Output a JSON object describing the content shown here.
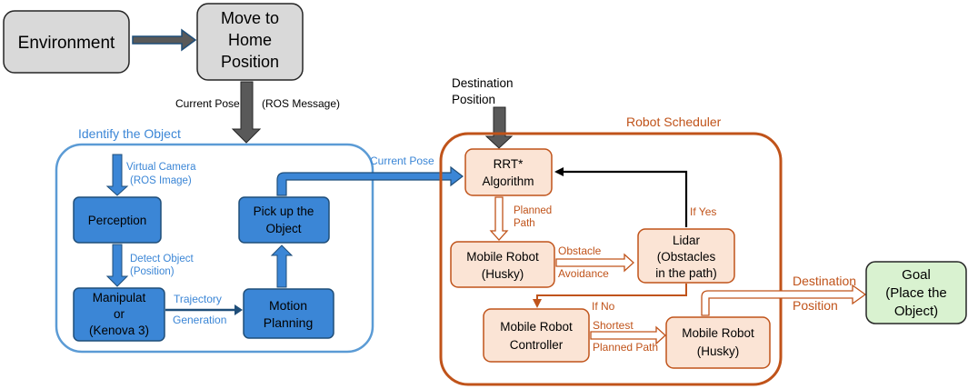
{
  "top": {
    "environment": "Environment",
    "home": [
      "Move to",
      "Home",
      "Position"
    ]
  },
  "labels": {
    "current_pose": "Current Pose",
    "ros_message": "(ROS Message)",
    "destination": [
      "Destination",
      "Position"
    ],
    "current_pose_2": "Current Pose"
  },
  "identify": {
    "title": "Identify the Object",
    "virtual_camera": [
      "Virtual Camera",
      "(ROS Image)"
    ],
    "perception": "Perception",
    "detect_object": [
      "Detect Object",
      "(Position)"
    ],
    "manipulator": [
      "Manipulat",
      "or",
      "(Kenova 3)"
    ],
    "trajectory": [
      "Trajectory",
      "Generation"
    ],
    "motion_planning": [
      "Motion",
      "Planning"
    ],
    "pick_up": [
      "Pick up the",
      "Object"
    ]
  },
  "scheduler": {
    "title": "Robot Scheduler",
    "rrt": [
      "RRT*",
      "Algorithm"
    ],
    "planned_path": [
      "Planned",
      "Path"
    ],
    "mobile_robot_1": [
      "Mobile Robot",
      "(Husky)"
    ],
    "obstacle_avoidance": [
      "Obstacle",
      "Avoidance"
    ],
    "lidar": [
      "Lidar",
      "(Obstacles",
      "in the path)"
    ],
    "if_yes": "If Yes",
    "if_no": "If No",
    "controller": [
      "Mobile Robot",
      "Controller"
    ],
    "shortest_path": [
      "Shortest",
      "Planned Path"
    ],
    "mobile_robot_2": [
      "Mobile Robot",
      "(Husky)"
    ]
  },
  "goal": {
    "destination": [
      "Destination",
      "Position"
    ],
    "box": [
      "Goal",
      "(Place the",
      "Object)"
    ]
  },
  "colors": {
    "grey_fill": "#d9d9d9",
    "blue": "#4a90d9",
    "blue_fill": "#3b86d6",
    "dark_blue": "#1f4e79",
    "orange": "#c0531a",
    "orange_fill": "#fbe4d5",
    "green_fill": "#d9f2d0"
  }
}
